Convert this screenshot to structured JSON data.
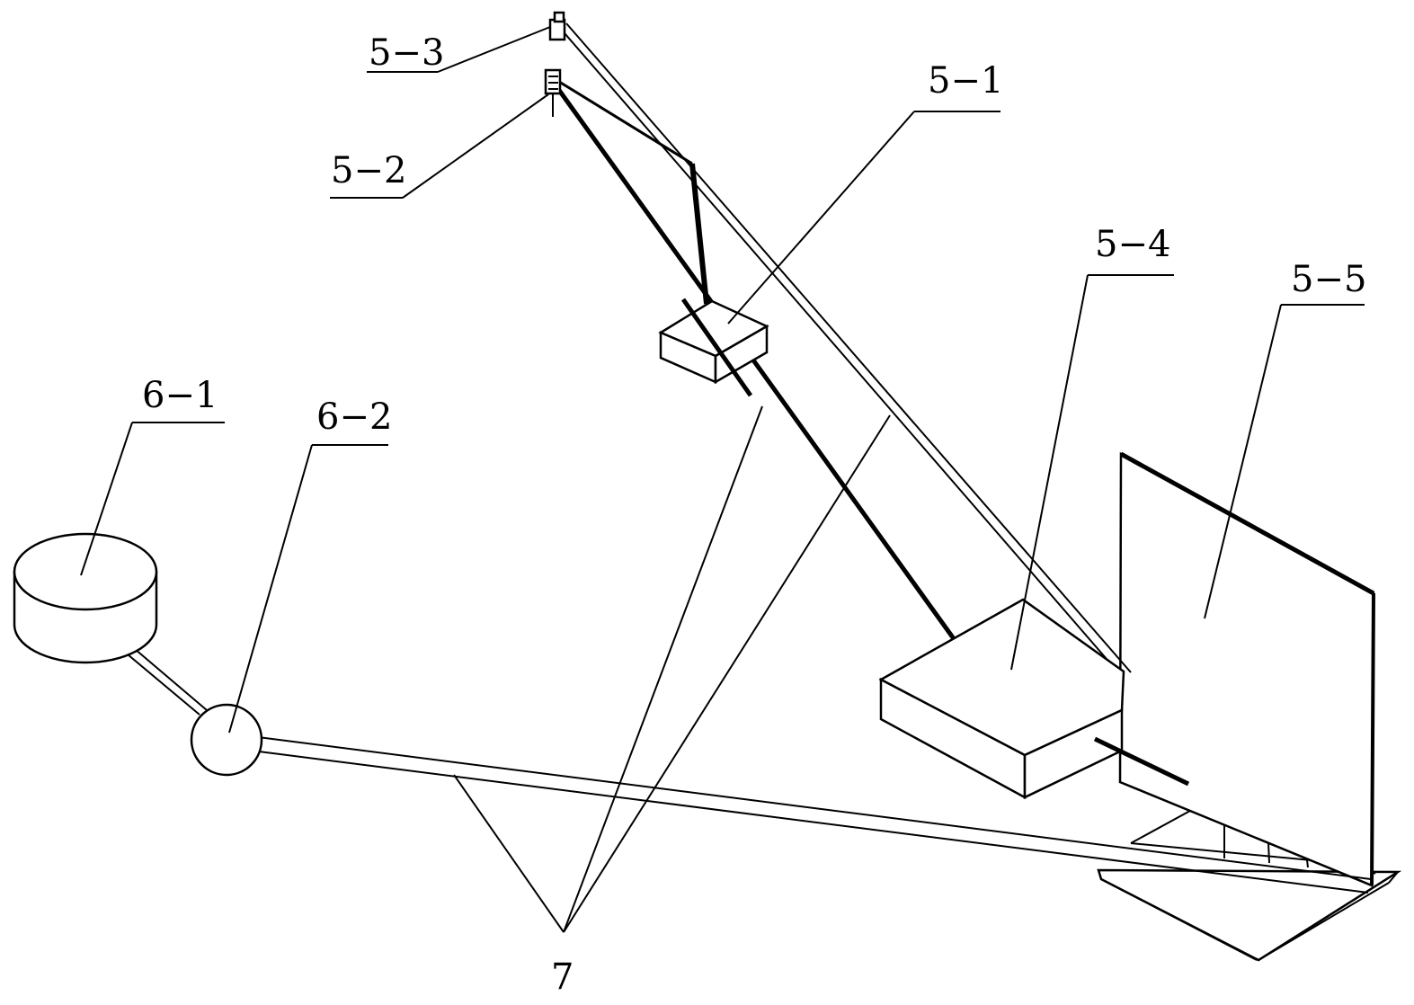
{
  "labels": {
    "l51": "5−1",
    "l52": "5−2",
    "l53": "5−3",
    "l54": "5−4",
    "l55": "5−5",
    "l61": "6−1",
    "l62": "6−2",
    "l7": "7"
  }
}
